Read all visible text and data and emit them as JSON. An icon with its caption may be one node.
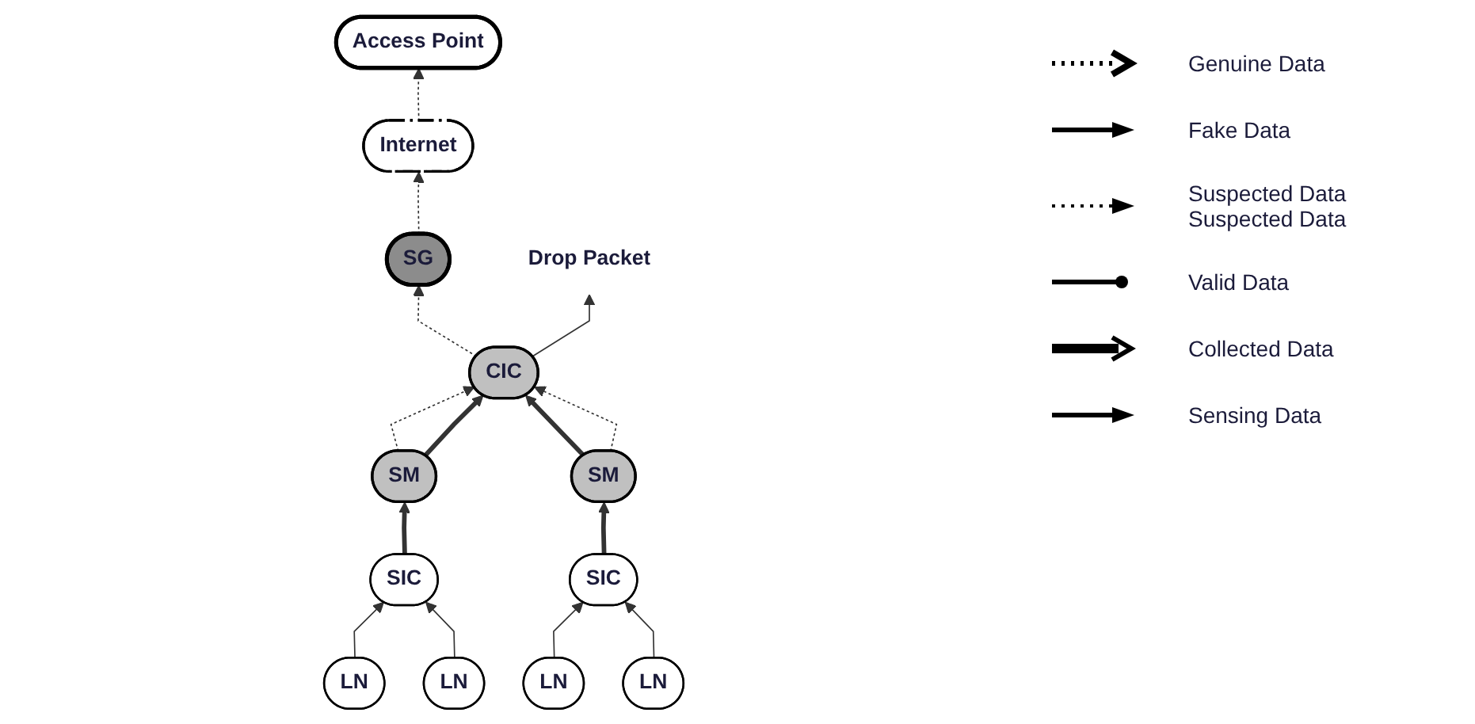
{
  "diagram": {
    "nodes": [
      {
        "text": [
          "Access Point"
        ]
      },
      {
        "text": [
          "Internet"
        ]
      },
      {
        "text": [
          "SG"
        ]
      },
      {
        "text": [
          "CIC"
        ]
      },
      {
        "text": [
          "Drop Packet"
        ]
      },
      {
        "text": [
          "SM"
        ]
      },
      {
        "text": [
          "SM"
        ]
      },
      {
        "text": [
          "SIC"
        ]
      },
      {
        "text": [
          "SIC"
        ]
      },
      {
        "text": [
          "LN"
        ]
      },
      {
        "text": [
          "LN"
        ]
      },
      {
        "text": [
          "LN"
        ]
      },
      {
        "text": [
          "LN"
        ]
      }
    ],
    "edges": [
      {
        "from": 2,
        "to": 1,
        "arrow": "to",
        "style": "dashed"
      },
      {
        "from": 1,
        "to": 0,
        "arrow": "to",
        "style": "dashed"
      },
      {
        "from": 3,
        "to": 2,
        "arrow": "to",
        "style": "dashed"
      },
      {
        "from": 3,
        "to": 4,
        "arrow": "to"
      },
      {
        "from": 5,
        "to": 3,
        "arrow": "to",
        "style": "dashed"
      },
      {
        "from": 5,
        "to": 3,
        "arrow": "to",
        "style": "thick"
      },
      {
        "from": 6,
        "to": 3,
        "arrow": "to",
        "style": "thick"
      },
      {
        "from": 6,
        "to": 3,
        "arrow": "to",
        "style": "dashed"
      },
      {
        "from": 7,
        "to": 5,
        "arrow": "to",
        "style": "thick"
      },
      {
        "from": 8,
        "to": 6,
        "arrow": "to",
        "style": "thick"
      },
      {
        "from": 9,
        "to": 7,
        "arrow": "to"
      },
      {
        "from": 10,
        "to": 7,
        "arrow": "to"
      },
      {
        "from": 11,
        "to": 8,
        "arrow": "to"
      },
      {
        "from": 12,
        "to": 8,
        "arrow": "to"
      }
    ],
    "legend": [
      {
        "text": "Genuine Data"
      },
      {
        "text": "Fake Data"
      },
      {
        "text": "Suspected Data Suspected Data"
      },
      {
        "text": "Valid Data"
      },
      {
        "text": "Collected Data"
      },
      {
        "text": "Sensing Data"
      }
    ]
  }
}
